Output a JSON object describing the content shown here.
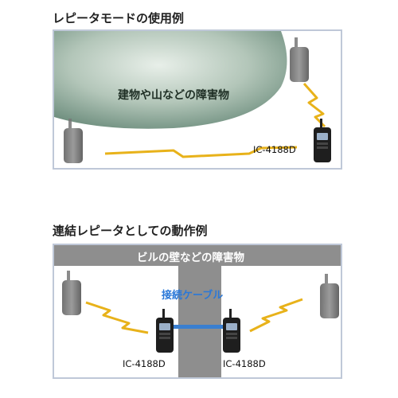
{
  "diagram1": {
    "title": "レピータモードの使用例",
    "obstacle_label": "建物や山などの障害物",
    "device_label": "IC-4188D"
  },
  "diagram2": {
    "title": "連結レピータとしての動作例",
    "wall_label": "ビルの壁などの障害物",
    "cable_label": "接続ケーブル",
    "device_label_left": "IC-4188D",
    "device_label_right": "IC-4188D"
  },
  "colors": {
    "panel_border": "#bfc8d8",
    "obstacle_fill": "#6f8f7f",
    "wall_fill": "#8e8e8e",
    "signal": "#e8b21a",
    "cable": "#3a7fd0",
    "cable_text": "#2a78d8"
  }
}
